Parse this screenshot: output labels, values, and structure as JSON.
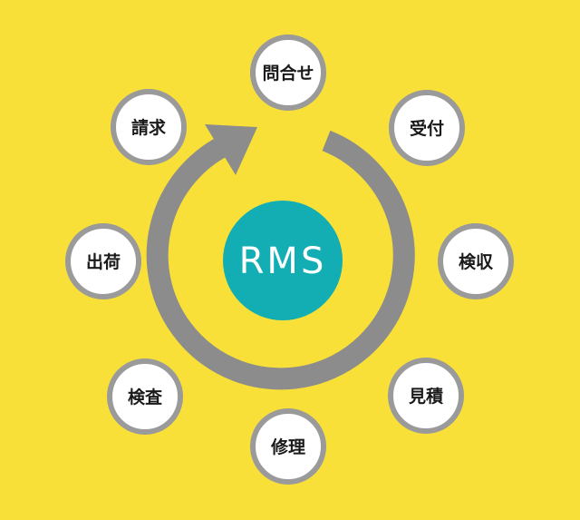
{
  "center": {
    "label": "RMS",
    "fill_color": "#12aeb4",
    "text_color": "#ffffff"
  },
  "colors": {
    "background": "#f9e039",
    "arrow": "#8c8c8c",
    "node_fill": "#ffffff",
    "node_ring": "#9a9a9a"
  },
  "steps": [
    {
      "label": "問合せ"
    },
    {
      "label": "受付"
    },
    {
      "label": "検収"
    },
    {
      "label": "見積"
    },
    {
      "label": "修理"
    },
    {
      "label": "検査"
    },
    {
      "label": "出荷"
    },
    {
      "label": "請求"
    }
  ]
}
